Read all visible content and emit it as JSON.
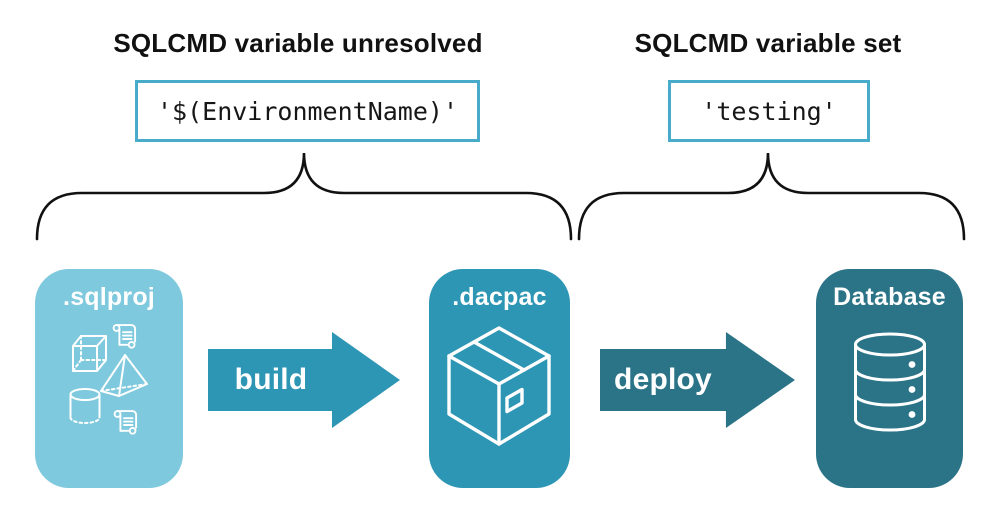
{
  "annotations": {
    "left": {
      "title": "SQLCMD variable unresolved",
      "code": "'$(EnvironmentName)'"
    },
    "right": {
      "title": "SQLCMD variable set",
      "code": "'testing'"
    }
  },
  "pipeline": {
    "stages": [
      {
        "label": ".sqlproj",
        "icon": "sql-objects-icon"
      },
      {
        "label": ".dacpac",
        "icon": "package-box-icon"
      },
      {
        "label": "Database",
        "icon": "database-icon"
      }
    ],
    "arrows": [
      {
        "label": "build"
      },
      {
        "label": "deploy"
      }
    ]
  },
  "colors": {
    "sqlproj_fill": "#7EC9DD",
    "dacpac_fill": "#2D96B4",
    "database_fill": "#2B7487",
    "build_arrow_fill": "#2D96B4",
    "deploy_arrow_fill": "#2B7487",
    "code_box_border": "#47ABC9",
    "brace_stroke": "#111111",
    "heading_text": "#111111",
    "stage_label_text": "#FFFFFF"
  }
}
